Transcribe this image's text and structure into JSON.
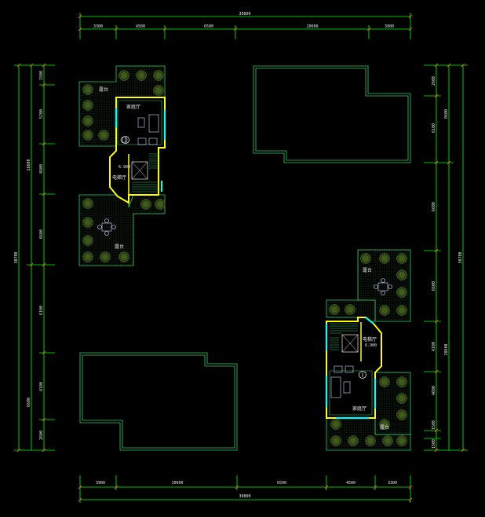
{
  "dimensions": {
    "top_total": "30800",
    "top_segments": [
      "3300",
      "4500",
      "6500",
      "10600",
      "3900"
    ],
    "bottom_total": "30800",
    "bottom_segments": [
      "3900",
      "10600",
      "6500",
      "4500",
      "3300"
    ],
    "left_total": "30700",
    "left_mid": "18600",
    "left_segments": [
      "1500",
      "5700",
      "4600",
      "6600",
      "6100",
      "4100",
      "6600",
      "2600"
    ],
    "right_total": "30700",
    "right_mid": "18600",
    "right_inner_top": "8600",
    "right_segments": [
      "2600",
      "6100",
      "6600",
      "6600",
      "4100",
      "4600",
      "1500",
      "1500"
    ]
  },
  "rooms": {
    "terrace_top": "露台",
    "family_room": "家庭厅",
    "elevator_hall": "电梯厅",
    "terrace_bottom": "露台",
    "elevation_left": "6.900",
    "elevation_right": "6.900"
  },
  "colors": {
    "dimension_line": "#00ff00",
    "wall": "#ffff00",
    "glass": "#00ffff",
    "outline": "#33cc66",
    "tree": "#3a5a1a",
    "tick": "#ff4444"
  }
}
